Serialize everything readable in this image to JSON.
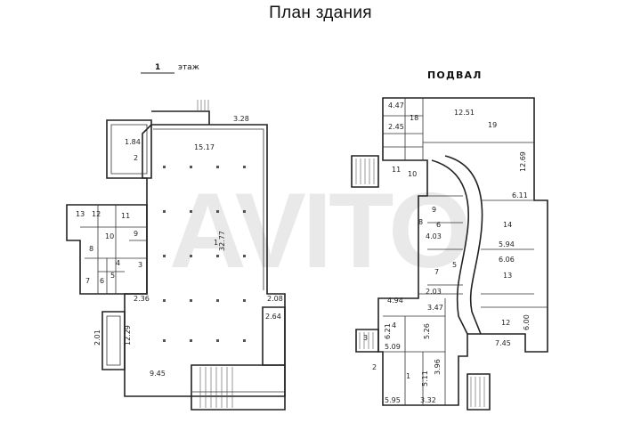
{
  "page_title": "План здания",
  "floor1": {
    "heading_number": "1",
    "heading_suffix": "этаж",
    "dims": [
      "3.28",
      "15.17",
      "1.84",
      "32.77",
      "2.36",
      "2.08",
      "2.64",
      "9.45",
      "12.29",
      "2.01"
    ],
    "rooms": [
      "13",
      "12",
      "11",
      "10",
      "9",
      "8",
      "7",
      "6",
      "5",
      "4",
      "3",
      "2",
      "1"
    ]
  },
  "basement": {
    "heading": "ПОДВАЛ",
    "dims": [
      "4.47",
      "12.51",
      "2.45",
      "12.69",
      "6.11",
      "5.94",
      "6.06",
      "4.94",
      "3.47",
      "5.09",
      "5.26",
      "3.32",
      "5.95",
      "6.00",
      "7.45",
      "4.03",
      "2.03",
      "6.21",
      "3.96",
      "5.11"
    ],
    "rooms": [
      "18",
      "19",
      "14",
      "13",
      "12",
      "11",
      "10",
      "9",
      "8",
      "7",
      "6",
      "5",
      "4",
      "3",
      "2",
      "1"
    ]
  },
  "watermark": "AVITO"
}
